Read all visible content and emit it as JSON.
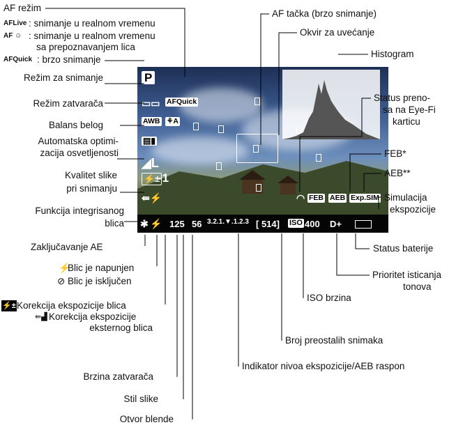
{
  "labels": {
    "af_mode": "AF režim",
    "af_live_icon": "AFLive",
    "af_live_desc": ": snimanje u realnom vremenu",
    "af_face_icon": "AF ☺",
    "af_face_desc_1": ": snimanje u realnom vremenu",
    "af_face_desc_2": "sa prepoznavanjem lica",
    "af_quick_icon": "AFQuick",
    "af_quick_desc": ": brzo snimanje",
    "shooting_mode": "Režim za snimanje",
    "drive_mode": "Režim zatvarača",
    "white_balance": "Balans belog",
    "alo_1": "Automatska optimi-",
    "alo_2": "zacija osvetljenosti",
    "quality_1": "Kvalitet slike",
    "quality_2": "pri snimanju",
    "flash_func_1": "Funkcija integrisanog",
    "flash_func_2": "blica",
    "ae_lock": "Zaključavanje AE",
    "flash_ready": "Blic je napunjen",
    "flash_off": "Blic je isključen",
    "flash_comp": "Korekcija ekspozicije blica",
    "ext_flash_comp_1": "Korekcija ekspozicije",
    "ext_flash_comp_2": "eksternog blica",
    "shutter_speed": "Brzina zatvarača",
    "picture_style": "Stil slike",
    "aperture": "Otvor blende",
    "af_point": "AF tačka (brzo snimanje)",
    "mag_frame": "Okvir za uvećanje",
    "histogram": "Histogram",
    "eyefi_1": "Status preno-",
    "eyefi_2": "sa na Eye-Fi",
    "eyefi_3": "karticu",
    "feb": "FEB*",
    "aeb": "AEB**",
    "exp_sim_1": "Simulacija",
    "exp_sim_2": "ekspozicije",
    "battery": "Status baterije",
    "highlight_1": "Prioritet isticanja",
    "highlight_2": "tonova",
    "iso": "ISO brzina",
    "shots": "Broj preostalih snimaka",
    "exp_level": "Indikator nivoa ekspozicije/AEB raspon"
  },
  "screen": {
    "mode": "P",
    "af_quick": "AFQuick",
    "wb": "AWB",
    "flash_comp_value": "-1",
    "shutter": "125",
    "aperture": "56",
    "scale": "3.2.1.▼.1.2.3",
    "shots": "[ 514]",
    "iso_label": "ISO",
    "iso_value": "400",
    "highlight": "D+",
    "feb": "FEB",
    "aeb": "AEB",
    "expsim": "Exp.SIM",
    "picture_style": "⚘A"
  }
}
